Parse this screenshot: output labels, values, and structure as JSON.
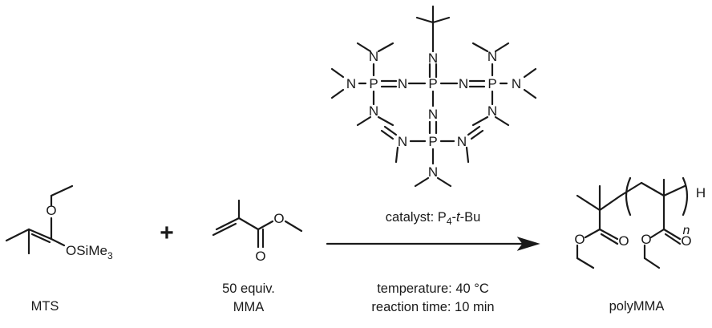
{
  "atoms": {
    "N": "N",
    "P": "P",
    "O": "O",
    "H": "H",
    "osime": "OSiMe",
    "osime_sub": "3",
    "n": "n"
  },
  "plus": "+",
  "labels": {
    "mts": "MTS",
    "mma_equiv": "50 equiv.",
    "mma": "MMA",
    "polymma": "polyMMA"
  },
  "catalyst": {
    "prefix": "catalyst: P",
    "sub": "4",
    "dash": "-",
    "t": "t",
    "suffix": "-Bu"
  },
  "conditions": {
    "temperature": "temperature: 40 °C",
    "time": "reaction time: 10 min"
  }
}
